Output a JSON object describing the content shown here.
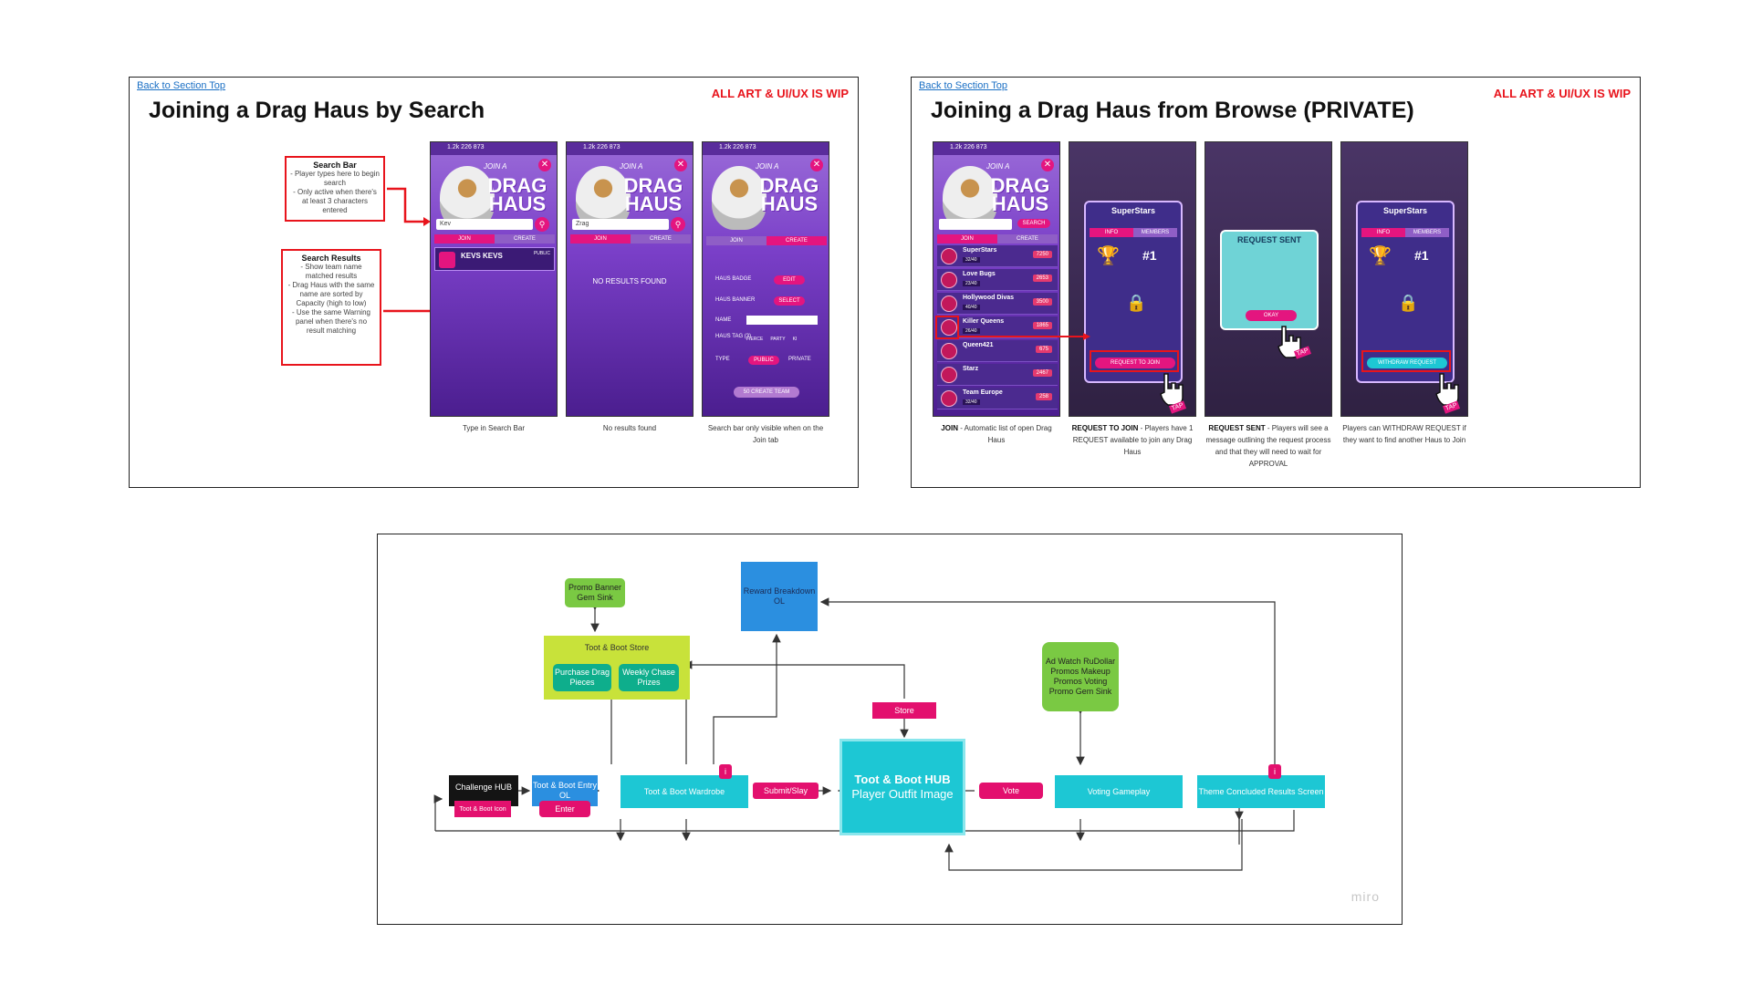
{
  "slide_left": {
    "back_link": "Back to Section Top",
    "wip": "ALL ART & UI/UX IS WIP",
    "title": "Joining a Drag Haus by Search",
    "note_search_bar": {
      "title": "Search Bar",
      "lines": [
        "- Player types here to begin search",
        "- Only active when there's at least 3 characters entered"
      ]
    },
    "note_search_results": {
      "title": "Search Results",
      "lines": [
        "- Show team name matched results",
        "- Drag Haus with the same name are sorted by Capacity (high to low)",
        "- Use the same Warning panel when there's no result matching"
      ]
    },
    "phones": [
      {
        "caption": "Type in Search Bar",
        "search_value": "Kev",
        "result_name": "KEVS KEVS",
        "result_tag": "PUBLIC"
      },
      {
        "caption": "No results found",
        "search_value": "Zrag",
        "no_results": "NO RESULTS FOUND"
      },
      {
        "caption": "Search bar only visible when on the Join tab"
      }
    ],
    "phone_common": {
      "status": "1.2k  226  873",
      "join_a": "JOIN A",
      "drag": "DRAG",
      "haus": "HAUS",
      "tab_join": "JOIN",
      "tab_create": "CREATE"
    },
    "create_form": {
      "badge_label": "HAUS BADGE",
      "badge_btn": "EDIT",
      "banner_label": "HAUS BANNER",
      "banner_btn": "SELECT",
      "name_label": "NAME",
      "tag_label": "HAUS TAG (3)",
      "tags": [
        "FIERCE",
        "PARTY",
        "KI"
      ],
      "type_label": "TYPE",
      "type_public": "PUBLIC",
      "type_private": "PRIVATE",
      "create_btn": "50 CREATE TEAM"
    }
  },
  "slide_right": {
    "back_link": "Back to Section Top",
    "wip": "ALL ART & UI/UX IS WIP",
    "title": "Joining a Drag Haus from Browse (PRIVATE)",
    "browse_rows": [
      {
        "name": "SuperStars",
        "count": "32/40",
        "gems": "7250"
      },
      {
        "name": "Love Bugs",
        "count": "23/40",
        "gems": "2653"
      },
      {
        "name": "Hollywood Divas",
        "count": "40/40",
        "gems": "3500"
      },
      {
        "name": "Killer Queens",
        "count": "26/40",
        "gems": "1865"
      },
      {
        "name": "Queen421",
        "count": "",
        "gems": "675"
      },
      {
        "name": "Starz",
        "count": "",
        "gems": "2467"
      },
      {
        "name": "Team Europe",
        "count": "32/40",
        "gems": "258"
      }
    ],
    "browse_search_btn": "SEARCH",
    "modal_team": "SuperStars",
    "modal_tab_info": "INFO",
    "modal_tab_members": "MEMBERS",
    "modal_rank": "#1",
    "request_btn": "REQUEST TO JOIN",
    "request_sent_title": "REQUEST SENT",
    "okay_btn": "OKAY",
    "withdraw_btn": "WITHDRAW REQUEST",
    "tap": "TAP",
    "captions": [
      {
        "bold": "JOIN",
        "text": " - Automatic list of open Drag Haus"
      },
      {
        "bold": "REQUEST TO JOIN",
        "text": " - Players have 1 REQUEST available to join any Drag Haus"
      },
      {
        "bold": "REQUEST SENT",
        "text": " - Players will see a message outlining the request process and that they will need to wait for APPROVAL"
      },
      {
        "bold": "",
        "text": "Players can WITHDRAW REQUEST if they want to find another Haus to Join"
      }
    ]
  },
  "flow": {
    "promo_banner": "Promo Banner Gem Sink",
    "reward_breakdown": "Reward Breakdown OL",
    "store_title": "Toot & Boot Store",
    "store_purchase": "Purchase Drag Pieces",
    "store_weekly": "Weekly Chase Prizes",
    "ad_watch": "Ad Watch RuDollar Promos Makeup Promos Voting Promo Gem Sink",
    "store_label": "Store",
    "challenge_hub": "Challenge HUB",
    "challenge_sub": "Toot & Boot Icon",
    "entry_ol": "Toot & Boot Entry OL",
    "enter": "Enter",
    "wardrobe": "Toot & Boot Wardrobe",
    "info_marker": "i",
    "submit": "Submit/Slay",
    "hub_title": "Toot & Boot HUB",
    "hub_sub": "Player Outfit Image",
    "vote": "Vote",
    "voting_gameplay": "Voting Gameplay",
    "results": "Theme Concluded Results Screen",
    "watermark": "miro"
  }
}
